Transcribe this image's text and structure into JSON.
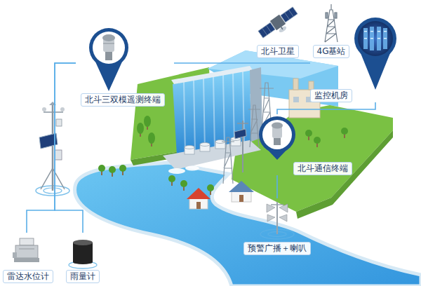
{
  "diagram": {
    "nodes": [
      {
        "text": [
          "北斗三双模遥测终端"
        ]
      },
      {
        "text": [
          "北斗卫星"
        ]
      },
      {
        "text": [
          "4G基站"
        ]
      },
      {
        "text": [
          "监控机房"
        ]
      },
      {
        "text": [
          "北斗通信终端"
        ]
      },
      {
        "text": [
          "雷达水位计"
        ]
      },
      {
        "text": [
          "雨量计"
        ]
      },
      {
        "text": [
          "预警广播＋喇叭"
        ]
      }
    ],
    "edges": [
      {
        "from": 0,
        "to": 3,
        "arrow": "none"
      },
      {
        "from": 3,
        "to": 4,
        "arrow": "none"
      },
      {
        "from": 4,
        "to": 7,
        "arrow": "none"
      },
      {
        "from": 5,
        "to": 0,
        "arrow": "none"
      },
      {
        "from": 6,
        "to": 0,
        "arrow": "none"
      }
    ]
  }
}
